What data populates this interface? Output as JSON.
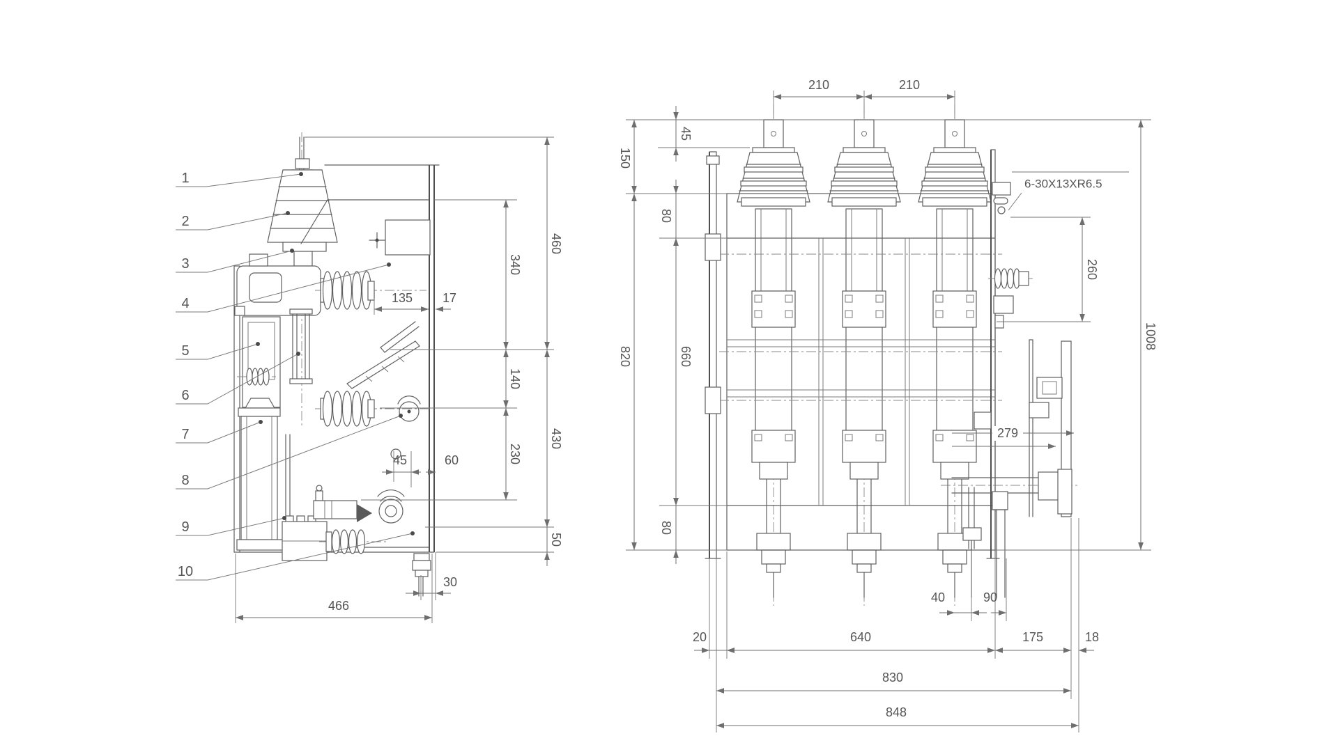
{
  "title": "switchgear-outline-dimension-drawing",
  "colors": {
    "background": "#ffffff",
    "line": "#5f5f5f",
    "dimension": "#6e6e6e",
    "text": "#555555"
  },
  "left_view": {
    "part_labels": {
      "p1": "1",
      "p2": "2",
      "p3": "3",
      "p4": "4",
      "p5": "5",
      "p6": "6",
      "p7": "7",
      "p8": "8",
      "p9": "9",
      "p10": "10"
    },
    "dims": {
      "d460": "460",
      "d340": "340",
      "d135": "135",
      "d17": "17",
      "d140": "140",
      "d430": "430",
      "d230": "230",
      "d45": "45",
      "d60": "60",
      "d50": "50",
      "d30": "30",
      "d466": "466"
    }
  },
  "right_view": {
    "dims": {
      "d210a": "210",
      "d210b": "210",
      "d45": "45",
      "d150": "150",
      "d80_top": "80",
      "d820": "820",
      "d660": "660",
      "d80_bottom": "80",
      "d260": "260",
      "d1008": "1008",
      "d279": "279",
      "d40": "40",
      "d90": "90",
      "d20": "20",
      "d640": "640",
      "d175": "175",
      "d18": "18",
      "d830": "830",
      "d848": "848"
    },
    "note": "6-30X13XR6.5"
  }
}
